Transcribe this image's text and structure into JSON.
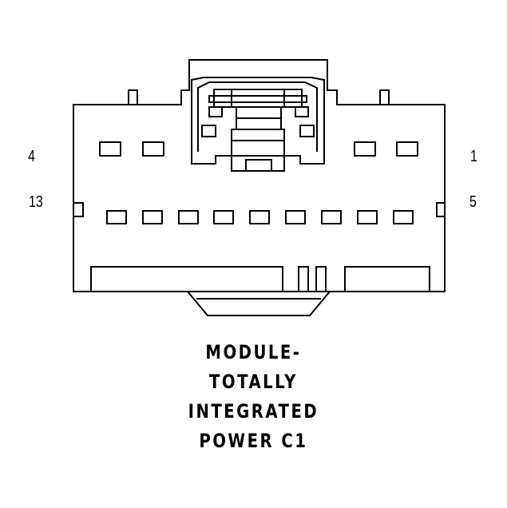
{
  "pin_labels": {
    "top_left": "4",
    "bottom_left": "13",
    "top_right": "1",
    "bottom_right": "5"
  },
  "caption": {
    "line1": "MODULE-",
    "line2": "TOTALLY",
    "line3": "INTEGRATED",
    "line4": "POWER C1"
  },
  "colors": {
    "stroke": "#000000",
    "background": "#ffffff"
  }
}
